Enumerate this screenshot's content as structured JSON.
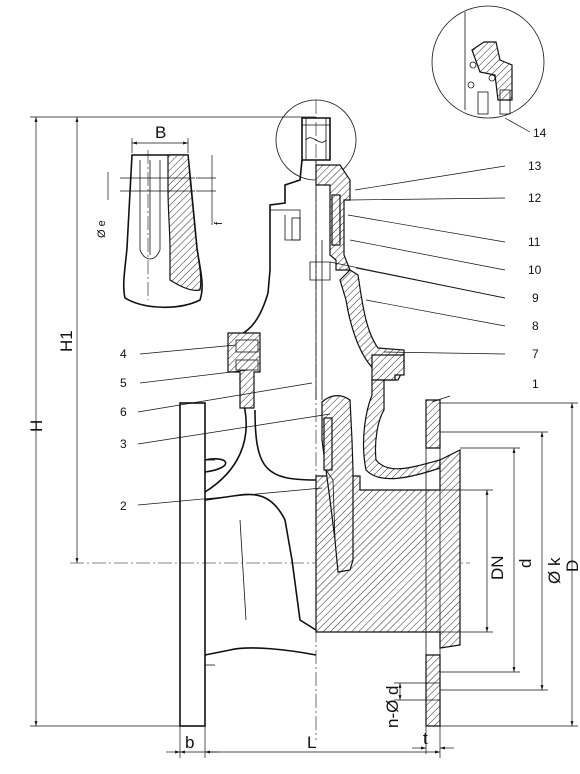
{
  "dimension_labels": {
    "H": "H",
    "H1": "H1",
    "B": "B",
    "e": "Ø e",
    "f": "f",
    "DN": "DN",
    "d": "d",
    "k": "Ø k",
    "D": "D",
    "n_d": "n-Ø d",
    "b": "b",
    "L": "L",
    "t": "t"
  },
  "part_numbers": {
    "p1": "1",
    "p2": "2",
    "p3": "3",
    "p4": "4",
    "p5": "5",
    "p6": "6",
    "p7": "7",
    "p8": "8",
    "p9": "9",
    "p10": "10",
    "p11": "11",
    "p12": "12",
    "p13": "13",
    "p14": "14"
  }
}
